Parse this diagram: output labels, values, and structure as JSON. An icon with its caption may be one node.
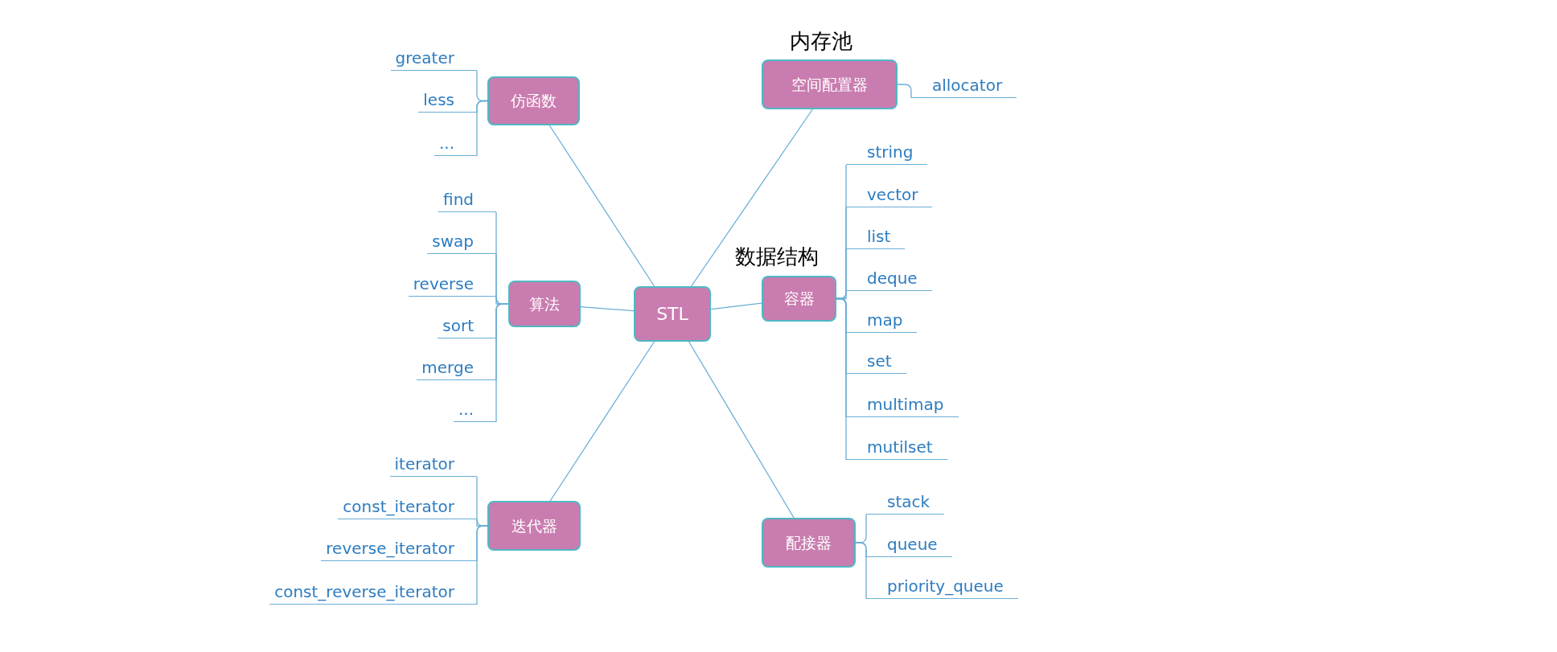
{
  "diagram": {
    "nodes": [
      {
        "text": [
          "STL"
        ]
      },
      {
        "text": [
          "仿函数"
        ]
      },
      {
        "text": [
          "greater"
        ]
      },
      {
        "text": [
          "less"
        ]
      },
      {
        "text": [
          "..."
        ]
      },
      {
        "text": [
          "空间配置器"
        ],
        "beside": [
          "内存池"
        ]
      },
      {
        "text": [
          "allocator"
        ]
      },
      {
        "text": [
          "容器"
        ],
        "beside": [
          "数据结构"
        ]
      },
      {
        "text": [
          "string"
        ]
      },
      {
        "text": [
          "vector"
        ]
      },
      {
        "text": [
          "list"
        ]
      },
      {
        "text": [
          "deque"
        ]
      },
      {
        "text": [
          "map"
        ]
      },
      {
        "text": [
          "set"
        ]
      },
      {
        "text": [
          "multimap"
        ]
      },
      {
        "text": [
          "mutilset"
        ]
      },
      {
        "text": [
          "算法"
        ]
      },
      {
        "text": [
          "find"
        ]
      },
      {
        "text": [
          "swap"
        ]
      },
      {
        "text": [
          "reverse"
        ]
      },
      {
        "text": [
          "sort"
        ]
      },
      {
        "text": [
          "merge"
        ]
      },
      {
        "text": [
          "..."
        ]
      },
      {
        "text": [
          "迭代器"
        ]
      },
      {
        "text": [
          "iterator"
        ]
      },
      {
        "text": [
          "const_iterator"
        ]
      },
      {
        "text": [
          "reverse_iterator"
        ]
      },
      {
        "text": [
          "const_reverse_iterator"
        ]
      },
      {
        "text": [
          "配接器"
        ]
      },
      {
        "text": [
          "stack"
        ]
      },
      {
        "text": [
          "queue"
        ]
      },
      {
        "text": [
          "priority_queue"
        ]
      }
    ],
    "edges": [
      {
        "from": 0,
        "to": 1,
        "arrow": "none"
      },
      {
        "from": 0,
        "to": 5,
        "arrow": "none"
      },
      {
        "from": 0,
        "to": 7,
        "arrow": "none"
      },
      {
        "from": 0,
        "to": 16,
        "arrow": "none"
      },
      {
        "from": 0,
        "to": 23,
        "arrow": "none"
      },
      {
        "from": 0,
        "to": 28,
        "arrow": "none"
      },
      {
        "from": 1,
        "to": 2,
        "arrow": "none"
      },
      {
        "from": 1,
        "to": 3,
        "arrow": "none"
      },
      {
        "from": 1,
        "to": 4,
        "arrow": "none"
      },
      {
        "from": 5,
        "to": 6,
        "arrow": "none"
      },
      {
        "from": 7,
        "to": 8,
        "arrow": "none"
      },
      {
        "from": 7,
        "to": 9,
        "arrow": "none"
      },
      {
        "from": 7,
        "to": 10,
        "arrow": "none"
      },
      {
        "from": 7,
        "to": 11,
        "arrow": "none"
      },
      {
        "from": 7,
        "to": 12,
        "arrow": "none"
      },
      {
        "from": 7,
        "to": 13,
        "arrow": "none"
      },
      {
        "from": 7,
        "to": 14,
        "arrow": "none"
      },
      {
        "from": 7,
        "to": 15,
        "arrow": "none"
      },
      {
        "from": 16,
        "to": 17,
        "arrow": "none"
      },
      {
        "from": 16,
        "to": 18,
        "arrow": "none"
      },
      {
        "from": 16,
        "to": 19,
        "arrow": "none"
      },
      {
        "from": 16,
        "to": 20,
        "arrow": "none"
      },
      {
        "from": 16,
        "to": 21,
        "arrow": "none"
      },
      {
        "from": 16,
        "to": 22,
        "arrow": "none"
      },
      {
        "from": 23,
        "to": 24,
        "arrow": "none"
      },
      {
        "from": 23,
        "to": 25,
        "arrow": "none"
      },
      {
        "from": 23,
        "to": 26,
        "arrow": "none"
      },
      {
        "from": 23,
        "to": 27,
        "arrow": "none"
      },
      {
        "from": 28,
        "to": 29,
        "arrow": "none"
      },
      {
        "from": 28,
        "to": 30,
        "arrow": "none"
      },
      {
        "from": 28,
        "to": 31,
        "arrow": "none"
      }
    ]
  }
}
